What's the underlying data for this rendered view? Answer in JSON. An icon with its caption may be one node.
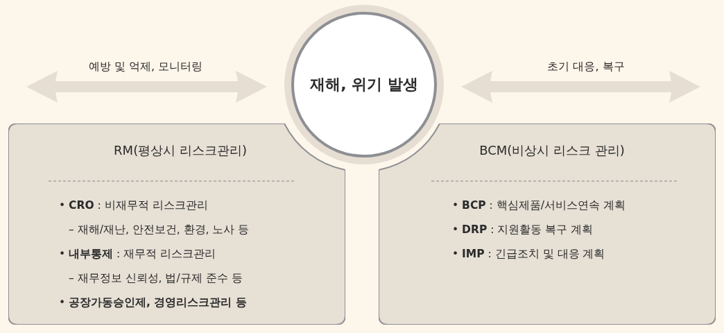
{
  "diagram": {
    "nodes": [
      {
        "text": [
          "재해, 위기 발생"
        ]
      },
      {
        "text": [
          "RM(평상시 리스크관리)",
          "• **CRO** : 비재무적 리스크관리",
          "– 재해/재난, 안전보건, 환경, 노사 등",
          "• **내부통제** : 재무적 리스크관리",
          "– 재무정보 신뢰성, 법/규제 준수 등",
          "• **공장가동승인제, 경영리스크관리 등**"
        ]
      },
      {
        "text": [
          "BCM(비상시 리스크 관리)",
          "• **BCP** : 핵심제품/서비스연속 계획",
          "• **DRP** : 지원활동 복구 계획",
          "• **IMP** : 긴급조치 및 대응 계획"
        ]
      }
    ],
    "edges": [],
    "labels": [
      "예방 및 억제, 모니터링",
      "초기 대응, 복구"
    ]
  }
}
